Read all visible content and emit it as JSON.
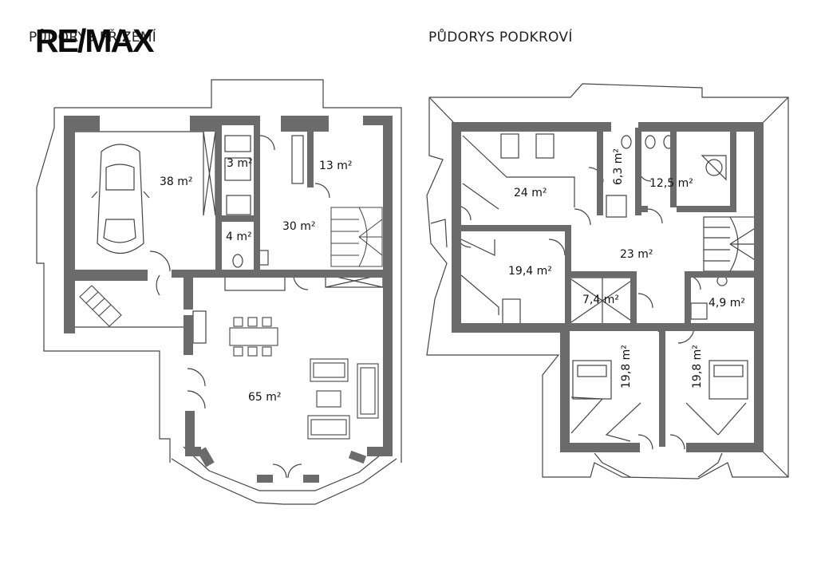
{
  "logo": {
    "text": "RE/MAX"
  },
  "titles": {
    "ground": "PŮDORYS PŘÍZEMÍ",
    "attic": "PŮDORYS PODKROVÍ"
  },
  "colors": {
    "wall": "#6b6b6b",
    "line": "#444444",
    "background": "#ffffff"
  },
  "ground_rooms": [
    {
      "label": "38 m²"
    },
    {
      "label": "3 m²"
    },
    {
      "label": "13 m²"
    },
    {
      "label": "30 m²"
    },
    {
      "label": "4 m²"
    },
    {
      "label": "65 m²"
    }
  ],
  "attic_rooms": [
    {
      "label": "24 m²"
    },
    {
      "label": "6,3 m²"
    },
    {
      "label": "12,5 m²"
    },
    {
      "label": "23 m²"
    },
    {
      "label": "19,4 m²"
    },
    {
      "label": "7,4 m²"
    },
    {
      "label": "4,9 m²"
    },
    {
      "label": "19,8 m²"
    },
    {
      "label": "19,8 m²"
    }
  ]
}
